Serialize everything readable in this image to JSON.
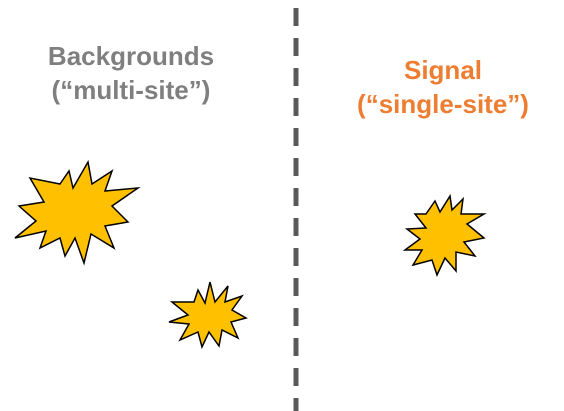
{
  "left_panel": {
    "title_line1": "Backgrounds",
    "title_line2": "(“multi-site”)",
    "color": "#7f7f7f"
  },
  "right_panel": {
    "title_line1": "Signal",
    "title_line2": "(“single-site”)",
    "color": "#ed7d31"
  },
  "divider": {
    "style": "dashed",
    "color": "#595959"
  },
  "burst_icon": {
    "fill": "#ffc000",
    "stroke": "#000000",
    "name": "explosion-burst-icon"
  }
}
